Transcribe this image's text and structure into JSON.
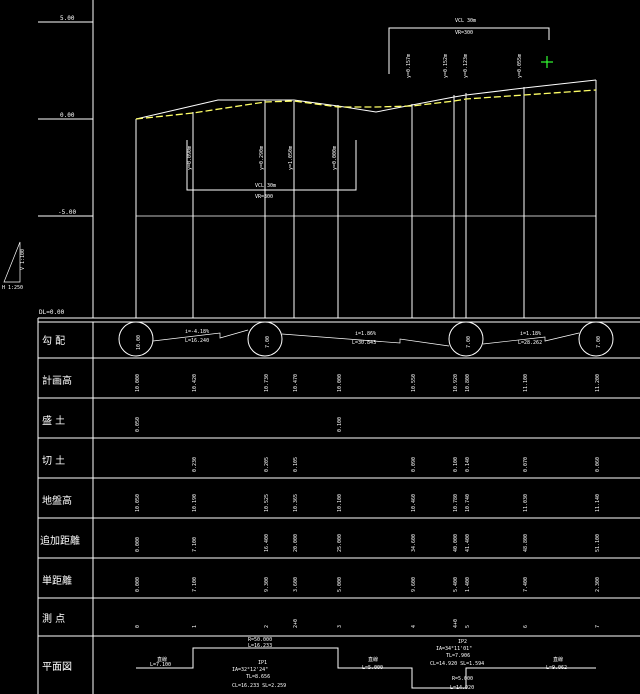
{
  "colors": {
    "background": "#000000",
    "line": "#ffffff",
    "ground": "#ffff66",
    "cursor": "#33ff33"
  },
  "elevation_labels": [
    "5.00",
    "0.00",
    "-5.00"
  ],
  "datum_label": "DL=0.00",
  "scale_labels": {
    "vertical": "V 1:100",
    "horizontal": "H 1:250"
  },
  "row_labels": [
    "勾 配",
    "計画高",
    "盛 土",
    "切 土",
    "地盤高",
    "追加距離",
    "単距離",
    "測 点",
    "平面図"
  ],
  "grade_circles": [
    "10.00",
    "7.00",
    "7.00",
    "7.00"
  ],
  "grade_segments": [
    {
      "grade": "i=-4.18%",
      "length": "L=16.240"
    },
    {
      "grade": "i=1.86%",
      "length": "L=30.843"
    },
    {
      "grade": "i=1.18%",
      "length": "L=28.262"
    }
  ],
  "planned_height": [
    "10.000",
    "10.420",
    "10.730",
    "10.470",
    "10.000",
    "10.550",
    "10.920",
    "10.800",
    "11.100",
    "11.200"
  ],
  "fill": [
    "0.050",
    "0.100"
  ],
  "cut": [
    "0.230",
    "0.205",
    "0.105",
    "0.090",
    "0.100",
    "0.140",
    "0.070",
    "0.060"
  ],
  "ground_height": [
    "10.050",
    "10.190",
    "10.525",
    "10.365",
    "10.100",
    "10.460",
    "10.780",
    "10.740",
    "11.030",
    "11.140"
  ],
  "added_distance": [
    "0.000",
    "7.100",
    "16.400",
    "20.000",
    "25.000",
    "34.600",
    "40.000",
    "41.400",
    "48.800",
    "51.100"
  ],
  "single_distance": [
    "0.000",
    "7.100",
    "9.300",
    "3.600",
    "5.000",
    "9.600",
    "5.400",
    "1.400",
    "7.400",
    "2.300"
  ],
  "stations": [
    "0",
    "1",
    "2",
    "2+0",
    "3",
    "4",
    "4+0",
    "5",
    "6",
    "7"
  ],
  "vc_top": {
    "length": "VCL 30m",
    "radius": "VR=300"
  },
  "vc_bottom": {
    "length": "VCL 30m",
    "radius": "VR=300"
  },
  "vc_top_markers": [
    "y=0.157m",
    "y=0.152m",
    "y=0.123m",
    "y=0.055m"
  ],
  "vc_bottom_markers": [
    "y=0.090m",
    "y=0.290m",
    "y=1.050m",
    "y=0.000m"
  ],
  "plan_labels": {
    "straight_1": "直線",
    "straight_1_len": "L=7.100",
    "curve_1_top": "R=50.000",
    "curve_1_top2": "L=16.233",
    "curve_1_ip": "IP1",
    "curve_1_ia": "IA=32°12'24\"",
    "curve_1_tl": "TL=8.656",
    "curve_1_cl": "CL=16.233 SL=2.259",
    "straight_2": "直線",
    "straight_2_len": "L=5.000",
    "curve_2_ip": "IP2",
    "curve_2_line1": "IA=34°11'01\"",
    "curve_2_line2": "TL=7.906",
    "curve_2_line3": "CL=14.920 SL=1.594",
    "curve_2_r": "R=5.000",
    "curve_2_l": "L=14.920",
    "straight_3": "直線",
    "straight_3_len": "L=9.062"
  }
}
